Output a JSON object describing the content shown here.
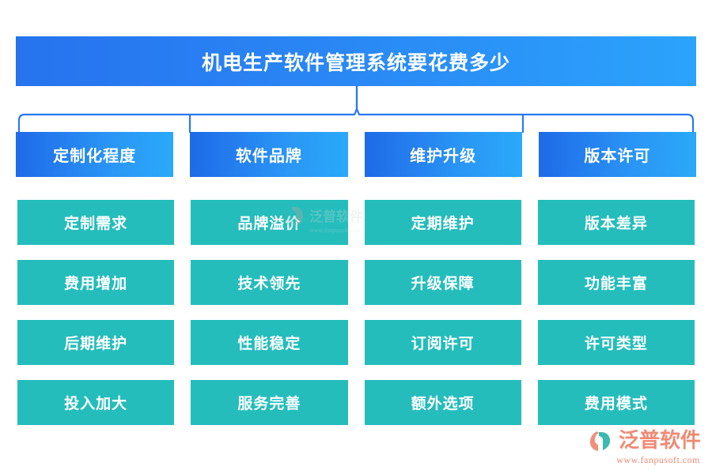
{
  "page": {
    "title": "机电生产软件管理系统要花费多少",
    "background_color": "#ffffff"
  },
  "colors": {
    "title_gradient_start": "#2673ee",
    "title_gradient_end": "#2ba3fc",
    "category_gradient_start": "#1f6ae8",
    "category_gradient_end": "#2aa9f9",
    "leaf_fill": "#24bdbc",
    "connector_stroke": "#2979f0",
    "logo_color": "#f08a74",
    "logo_accent": "#3cb9b0"
  },
  "connector": {
    "name": "brace-connector"
  },
  "categories": [
    {
      "label": "定制化程度",
      "items": [
        "定制需求",
        "费用增加",
        "后期维护",
        "投入加大"
      ]
    },
    {
      "label": "软件品牌",
      "items": [
        "品牌溢价",
        "技术领先",
        "性能稳定",
        "服务完善"
      ]
    },
    {
      "label": "维护升级",
      "items": [
        "定期维护",
        "升级保障",
        "订阅许可",
        "额外选项"
      ]
    },
    {
      "label": "版本许可",
      "items": [
        "版本差异",
        "功能丰富",
        "许可类型",
        "费用模式"
      ]
    }
  ],
  "logo": {
    "brand": "泛普软件",
    "url": "www.fanpusoft.com"
  }
}
